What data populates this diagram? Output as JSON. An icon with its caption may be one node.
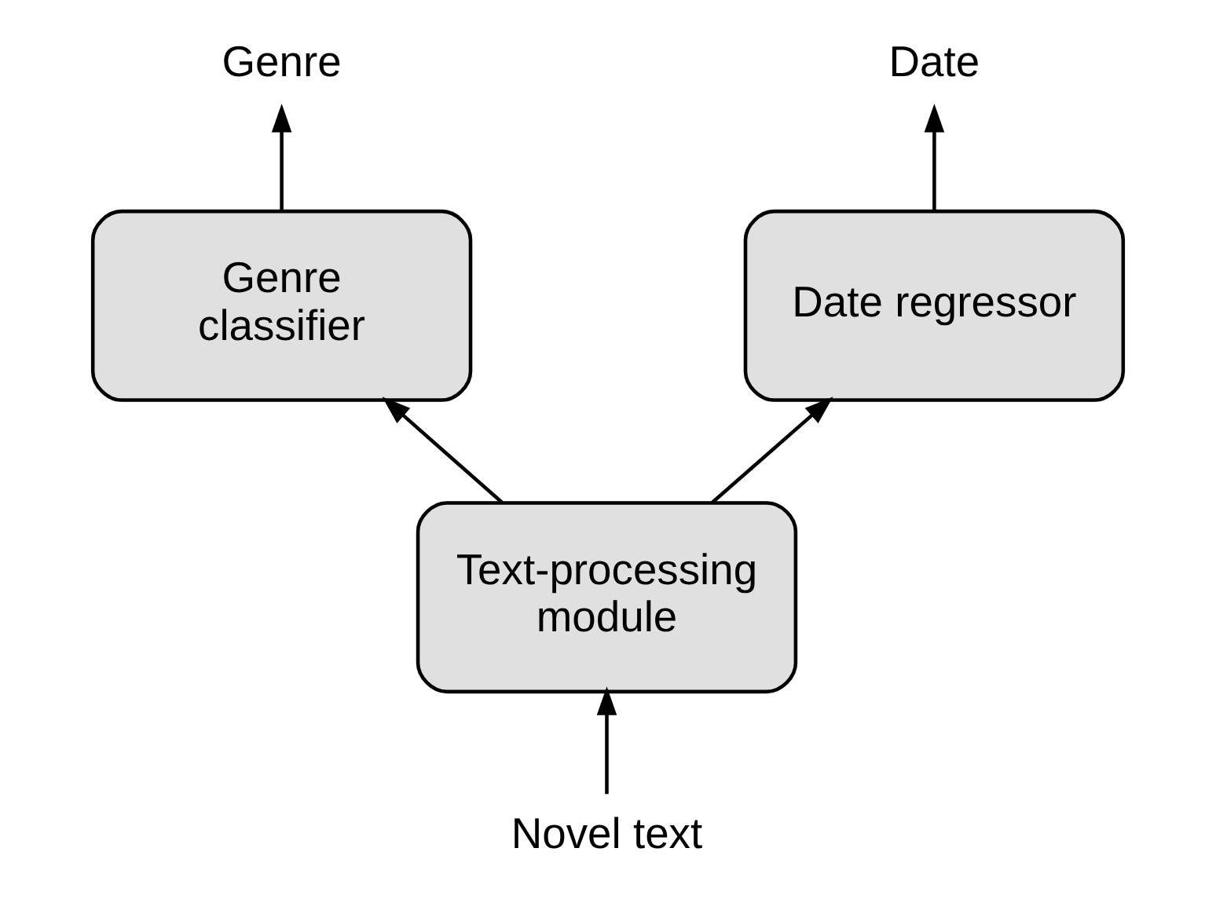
{
  "diagram": {
    "nodes": [
      {
        "text": [
          "Genre"
        ]
      },
      {
        "text": [
          "Date"
        ]
      },
      {
        "text": [
          "Genre classifier"
        ]
      },
      {
        "text": [
          "Date regressor"
        ]
      },
      {
        "text": [
          "Text-processing module"
        ]
      },
      {
        "text": [
          "Novel text"
        ]
      }
    ],
    "edges": [
      {
        "from": 5,
        "to": 4,
        "arrow": "to"
      },
      {
        "from": 4,
        "to": 2,
        "arrow": "to"
      },
      {
        "from": 4,
        "to": 3,
        "arrow": "to"
      },
      {
        "from": 2,
        "to": 0,
        "arrow": "to"
      },
      {
        "from": 3,
        "to": 1,
        "arrow": "to"
      }
    ]
  }
}
